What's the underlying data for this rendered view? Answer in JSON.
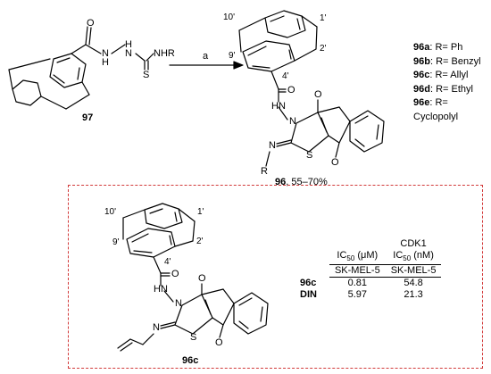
{
  "scheme": {
    "reagent": "a",
    "sm_nh_left": "N",
    "sm_h1": "H",
    "sm_nh_right": "N",
    "sm_h2": "H",
    "sm_nhr": "NHR",
    "sm_o": "O",
    "sm_s": "S",
    "sm_label": "97",
    "pr_o": "O",
    "pr_hn": "HN",
    "pr_n": "N",
    "pr_n_eq": "N",
    "pr_s": "S",
    "pr_r": "R",
    "pr_o_top": "O",
    "pr_o_bot": "O",
    "pr_label_num": "96",
    "pr_label_yield": ", 55–70%",
    "pos_10": "10'",
    "pos_1": "1'",
    "pos_9": "9'",
    "pos_2": "2'",
    "pos_4": "4'"
  },
  "r_groups": [
    {
      "id": "96a",
      "text": "R= Ph"
    },
    {
      "id": "96b",
      "text": "R= Benzyl"
    },
    {
      "id": "96c",
      "text": "R= Allyl"
    },
    {
      "id": "96d",
      "text": "R= Ethyl"
    },
    {
      "id": "96e",
      "text": "R= Cyclopolyl"
    }
  ],
  "inset": {
    "pos_10": "10'",
    "pos_1": "1'",
    "pos_9": "9'",
    "pos_2": "2'",
    "pos_4": "4'",
    "o": "O",
    "hn": "HN",
    "n": "N",
    "n_eq": "N",
    "s": "S",
    "o_top": "O",
    "o_bot": "O",
    "label": "96c",
    "table": {
      "h_ic50_a": "IC",
      "h_ic50_a_sub": "50",
      "h_ic50_a_unit": " (μM)",
      "h_cdk": "CDK1",
      "h_ic50_b": "IC",
      "h_ic50_b_sub": "50",
      "h_ic50_b_unit": " (nM)",
      "cell_line_1": "SK-MEL-5",
      "cell_line_2": "SK-MEL-5",
      "rows": [
        {
          "name": "96c",
          "v1": "0.81",
          "v2": "54.8"
        },
        {
          "name": "DIN",
          "v1": "5.97",
          "v2": "21.3"
        }
      ]
    }
  }
}
